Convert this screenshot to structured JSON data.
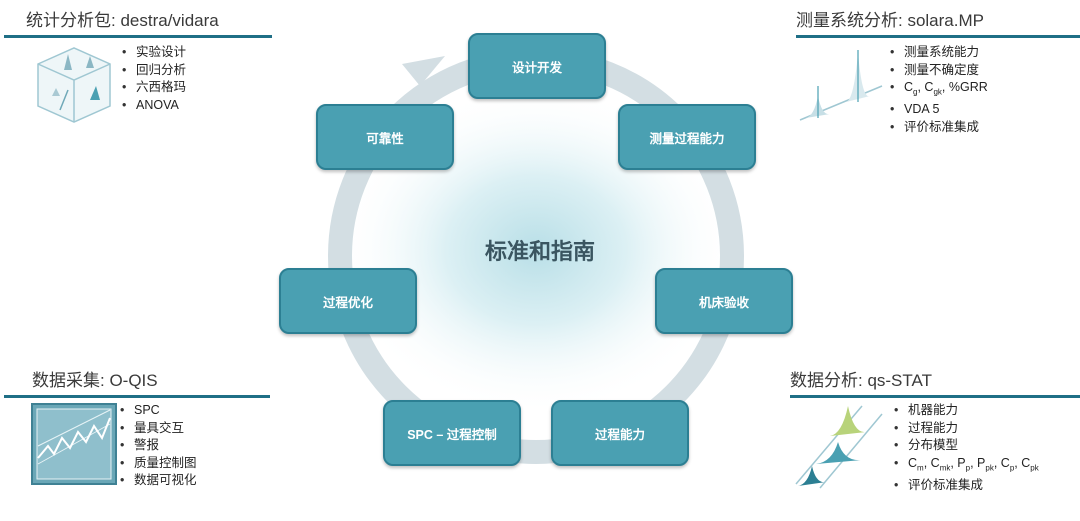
{
  "center_title": "标准和指南",
  "cycle_nodes": [
    {
      "label": "设计开发"
    },
    {
      "label": "测量过程能力"
    },
    {
      "label": "机床验收"
    },
    {
      "label": "过程能力"
    },
    {
      "label": "SPC – 过程控制"
    },
    {
      "label": "过程优化"
    },
    {
      "label": "可靠性"
    }
  ],
  "corners": {
    "top_left": {
      "title": "统计分析包: destra/vidara",
      "items": [
        "实验设计",
        "回归分析",
        "六西格玛",
        "ANOVA"
      ],
      "icon": "cube-icon"
    },
    "top_right": {
      "title": "测量系统分析: solara.MP",
      "items": [
        "测量系统能力",
        "测量不确定度",
        "C_g, C_gk, %GRR",
        "VDA 5",
        "评价标准集成"
      ],
      "icon": "measurement-distribution-icon"
    },
    "bottom_left": {
      "title": "数据采集: O-QIS",
      "items": [
        "SPC",
        "量具交互",
        "警报",
        "质量控制图",
        "数据可视化"
      ],
      "icon": "control-chart-icon"
    },
    "bottom_right": {
      "title": "数据分析: qs-STAT",
      "items": [
        "机器能力",
        "过程能力",
        "分布模型",
        "C_m, C_mk, P_p, P_pk, C_p, C_pk",
        "评价标准集成"
      ],
      "icon": "distribution-peaks-icon"
    }
  },
  "colors": {
    "node_fill": "#4aa0b2",
    "node_border": "#2c7f93",
    "ring": "#d3dee3",
    "title_rule": "#1f6f86",
    "glow": "#c7e4ea"
  }
}
